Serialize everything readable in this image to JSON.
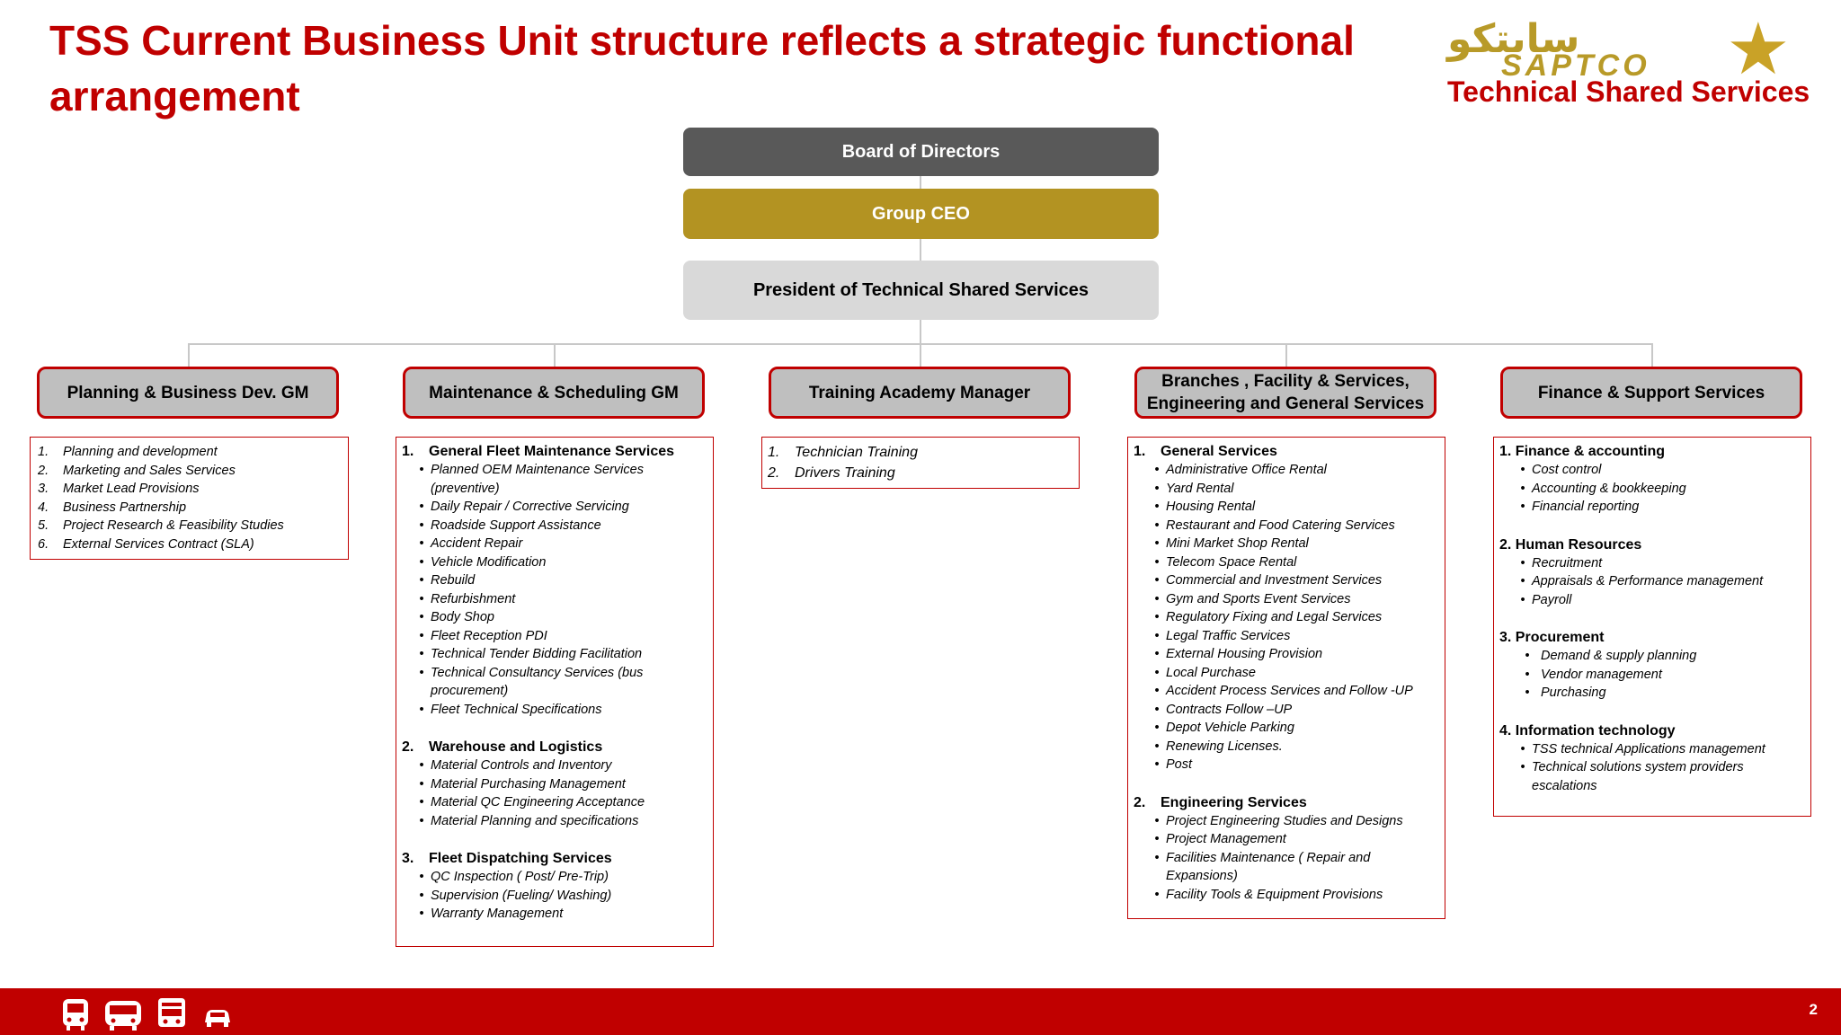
{
  "title": "TSS Current Business Unit structure reflects a strategic functional arrangement",
  "logo": {
    "arabic": "سابتكو",
    "latin": "SAPTCO",
    "subtitle": "Technical Shared Services"
  },
  "org": {
    "board": "Board of Directors",
    "ceo": "Group CEO",
    "president": "President of Technical Shared Services"
  },
  "units": [
    {
      "head": "Planning & Business Dev. GM",
      "items": [
        {
          "num": "1.",
          "text": "Planning and development"
        },
        {
          "num": "2.",
          "text": "Marketing and Sales Services"
        },
        {
          "num": "3.",
          "text": "Market Lead Provisions"
        },
        {
          "num": "4.",
          "text": "Business Partnership"
        },
        {
          "num": "5.",
          "text": "Project Research & Feasibility Studies"
        },
        {
          "num": "6.",
          "text": "External Services Contract (SLA)"
        }
      ]
    },
    {
      "head": "Maintenance & Scheduling GM",
      "sections": [
        {
          "num": "1.",
          "title": "General Fleet Maintenance Services",
          "items": [
            "Planned OEM Maintenance Services (preventive)",
            "Daily Repair / Corrective Servicing",
            "Roadside Support Assistance",
            "Accident Repair",
            "Vehicle Modification",
            "Rebuild",
            "Refurbishment",
            "Body Shop",
            "Fleet Reception PDI",
            "Technical Tender Bidding Facilitation",
            "Technical Consultancy Services (bus procurement)",
            "Fleet Technical Specifications"
          ]
        },
        {
          "num": "2.",
          "title": "Warehouse and Logistics",
          "items": [
            "Material Controls and Inventory",
            "Material Purchasing Management",
            "Material QC Engineering Acceptance",
            "Material Planning and specifications"
          ]
        },
        {
          "num": "3.",
          "title": "Fleet Dispatching Services",
          "items": [
            "QC Inspection ( Post/ Pre-Trip)",
            "Supervision (Fueling/ Washing)",
            "Warranty Management"
          ]
        }
      ]
    },
    {
      "head": "Training Academy Manager",
      "items": [
        {
          "num": "1.",
          "text": "Technician Training"
        },
        {
          "num": "2.",
          "text": "Drivers Training"
        }
      ]
    },
    {
      "head": "Branches , Facility & Services, Engineering and General Services",
      "sections": [
        {
          "num": "1.",
          "title": "General Services",
          "items": [
            "Administrative Office Rental",
            "Yard Rental",
            "Housing Rental",
            "Restaurant and Food Catering Services",
            "Mini Market Shop Rental",
            "Telecom Space Rental",
            "Commercial and Investment Services",
            "Gym and Sports Event Services",
            "Regulatory Fixing and Legal Services",
            "Legal Traffic Services",
            "External Housing Provision",
            "Local Purchase",
            "Accident Process Services and Follow -UP",
            "Contracts Follow –UP",
            "Depot Vehicle Parking",
            "Renewing Licenses.",
            "Post"
          ]
        },
        {
          "num": "2.",
          "title": "Engineering Services",
          "items": [
            "Project Engineering Studies and Designs",
            "Project Management",
            "Facilities Maintenance ( Repair and Expansions)",
            "Facility Tools & Equipment Provisions"
          ]
        }
      ]
    },
    {
      "head": "Finance & Support Services",
      "sections": [
        {
          "title": "1. Finance & accounting",
          "items": [
            "Cost control",
            "Accounting & bookkeeping",
            "Financial reporting"
          ]
        },
        {
          "title": "2. Human Resources",
          "items": [
            "Recruitment",
            "Appraisals & Performance management",
            "Payroll"
          ]
        },
        {
          "title": "3. Procurement",
          "items": [
            "Demand & supply planning",
            "Vendor management",
            "Purchasing"
          ]
        },
        {
          "title": "4. Information technology",
          "items": [
            "TSS technical Applications management",
            "Technical solutions system providers escalations"
          ]
        }
      ]
    }
  ],
  "footer": {
    "page_number": "2",
    "icons": [
      "tram-icon",
      "bus-icon",
      "train-icon",
      "car-icon"
    ]
  },
  "colors": {
    "brand_red": "#c00000",
    "gold": "#b39322",
    "dark_gray": "#595959",
    "light_gray": "#d9d9d9",
    "head_gray": "#bfbfbf"
  }
}
